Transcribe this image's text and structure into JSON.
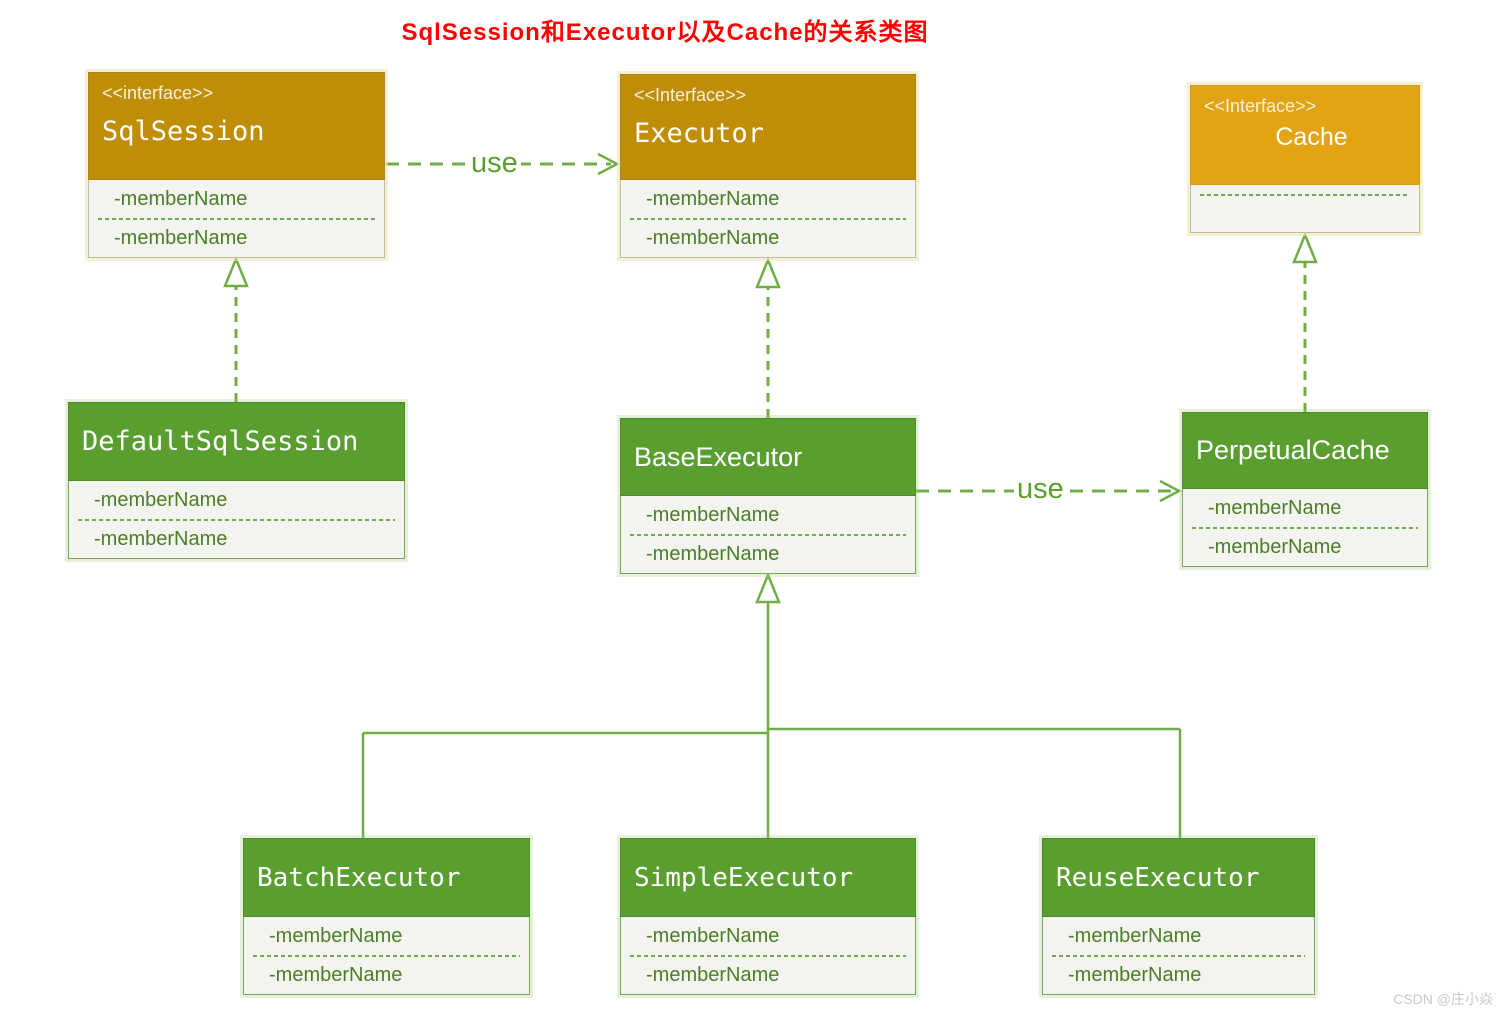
{
  "title": "SqlSession和Executor以及Cache的关系类图",
  "watermark": "CSDN @庄小焱",
  "relations": {
    "use1_label": "use",
    "use2_label": "use"
  },
  "colors": {
    "title_red": "#fe0000",
    "interface_header_gold": "#bf8d06",
    "cache_header_gold": "#e2a413",
    "class_header_green": "#5a9e2f",
    "line_green": "#70ad47",
    "member_text_green": "#4c7e28",
    "body_background": "#f3f3ef"
  },
  "classes": [
    {
      "id": "sqlsession",
      "stereotype": "<<interface>>",
      "name": "SqlSession",
      "members": [
        "-memberName",
        "-memberName"
      ]
    },
    {
      "id": "executor",
      "stereotype": "<<Interface>>",
      "name": "Executor",
      "members": [
        "-memberName",
        "-memberName"
      ]
    },
    {
      "id": "cache",
      "stereotype": "<<Interface>>",
      "name": "Cache",
      "members": []
    },
    {
      "id": "defaultsqlsession",
      "stereotype": "",
      "name": "DefaultSqlSession",
      "members": [
        "-memberName",
        "-memberName"
      ]
    },
    {
      "id": "baseexecutor",
      "stereotype": "",
      "name": "BaseExecutor",
      "members": [
        "-memberName",
        "-memberName"
      ]
    },
    {
      "id": "perpetualcache",
      "stereotype": "",
      "name": "PerpetualCache",
      "members": [
        "-memberName",
        "-memberName"
      ]
    },
    {
      "id": "batchexecutor",
      "stereotype": "",
      "name": "BatchExecutor",
      "members": [
        "-memberName",
        "-memberName"
      ]
    },
    {
      "id": "simpleexecutor",
      "stereotype": "",
      "name": "SimpleExecutor",
      "members": [
        "-memberName",
        "-memberName"
      ]
    },
    {
      "id": "reuseexecutor",
      "stereotype": "",
      "name": "ReuseExecutor",
      "members": [
        "-memberName",
        "-memberName"
      ]
    }
  ]
}
